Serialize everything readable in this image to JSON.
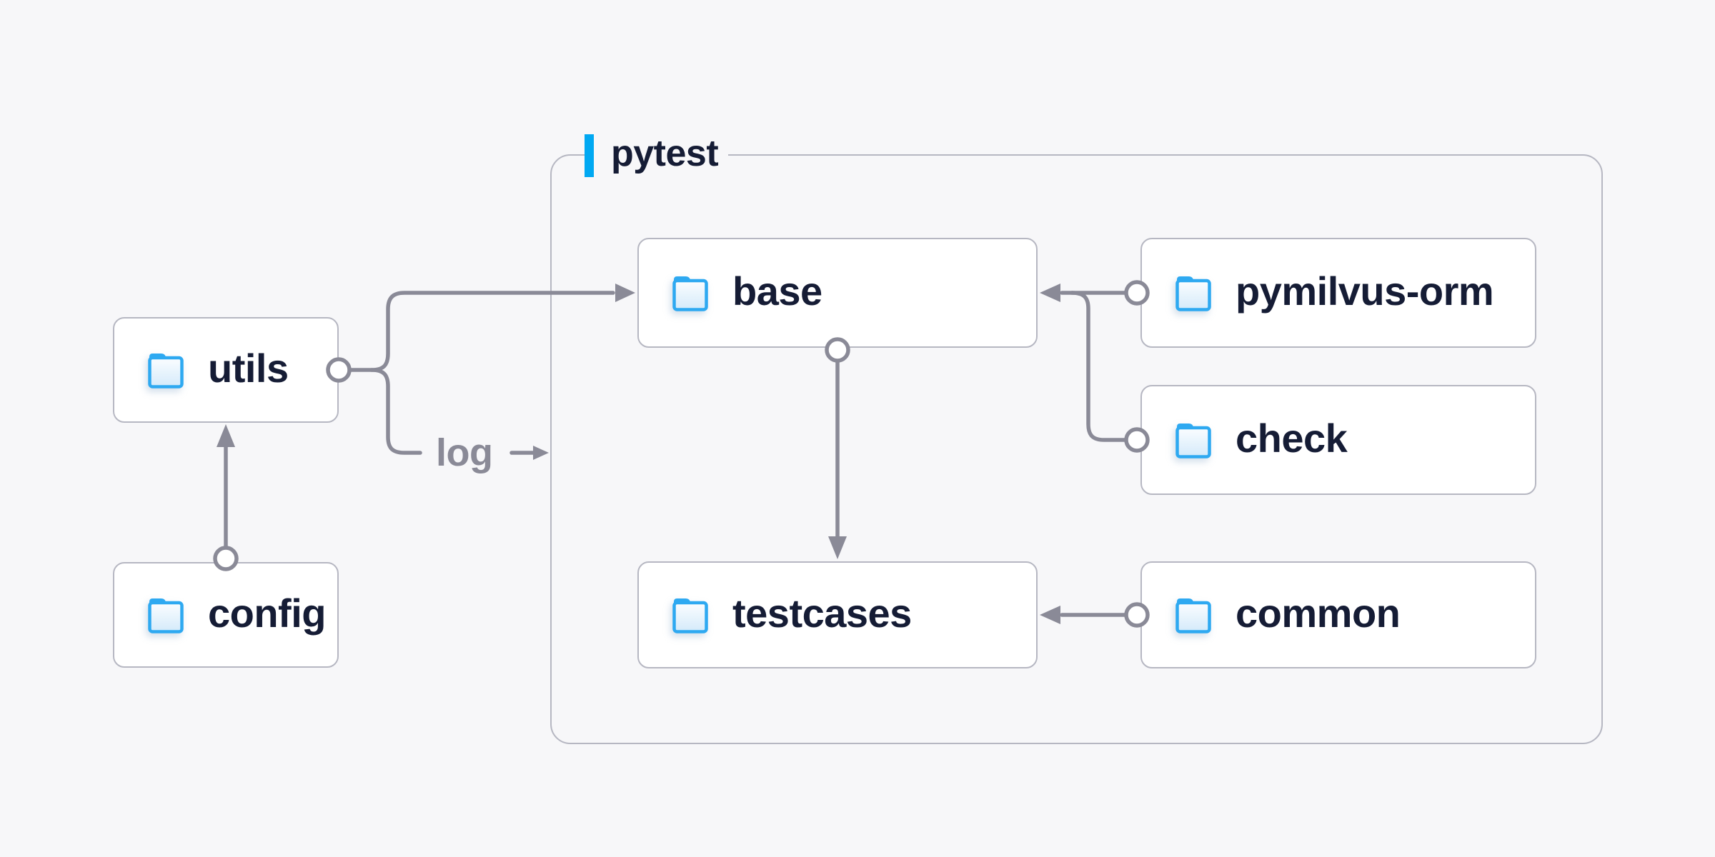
{
  "diagram": {
    "container": {
      "label": "pytest"
    },
    "nodes": [
      {
        "id": "utils",
        "label": "utils"
      },
      {
        "id": "config",
        "label": "config"
      },
      {
        "id": "base",
        "label": "base"
      },
      {
        "id": "pymilvus-orm",
        "label": "pymilvus-orm"
      },
      {
        "id": "check",
        "label": "check"
      },
      {
        "id": "testcases",
        "label": "testcases"
      },
      {
        "id": "common",
        "label": "common"
      }
    ],
    "edges": [
      {
        "from": "config",
        "to": "utils",
        "label": ""
      },
      {
        "from": "utils",
        "to": "base",
        "label": ""
      },
      {
        "from": "utils",
        "to": "pytest",
        "label": "log"
      },
      {
        "from": "base",
        "to": "testcases",
        "label": ""
      },
      {
        "from": "pymilvus-orm",
        "to": "base",
        "label": ""
      },
      {
        "from": "check",
        "to": "base",
        "label": ""
      },
      {
        "from": "common",
        "to": "testcases",
        "label": ""
      }
    ],
    "colors": {
      "background": "#f7f7f9",
      "node_background": "#ffffff",
      "node_border": "#b6b7c2",
      "container_border": "#b6b7c2",
      "connector": "#8a8a97",
      "label_text": "#151c35",
      "accent_bar": "#00a8f2",
      "folder_stroke": "#2ea9f1",
      "folder_fill_top": "#fbfdff",
      "folder_fill_bottom": "#d4eafa",
      "log_text": "#8a8a97"
    }
  }
}
